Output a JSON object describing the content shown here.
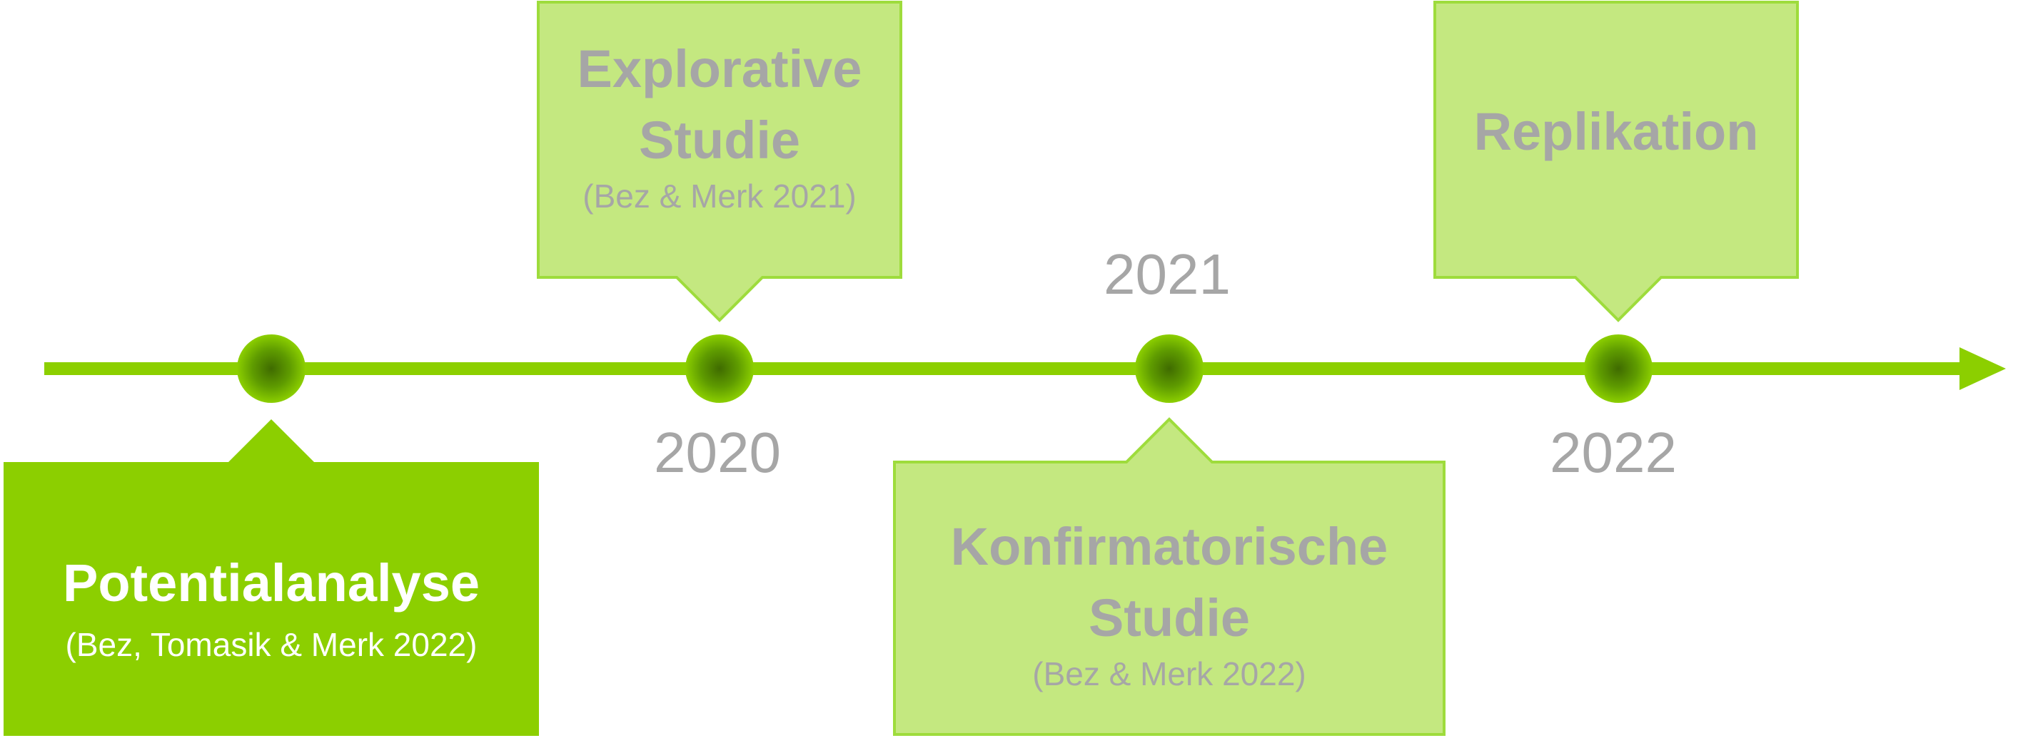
{
  "colors": {
    "axis": "#8ccf00",
    "active_fill": "#8ccf00",
    "inactive_fill": "#c4e880",
    "inactive_border": "#9edc3c",
    "text_gray": "#a6a6a6",
    "text_white": "#ffffff"
  },
  "years": [
    "2020",
    "2021",
    "2022"
  ],
  "milestones": [
    {
      "title": "Potentialanalyse",
      "citation": "(Bez, Tomasik & Merk 2022)",
      "active": true
    },
    {
      "title_line1": "Explorative",
      "title_line2": "Studie",
      "citation": "(Bez & Merk 2021)",
      "active": false
    },
    {
      "title_line1": "Konfirmatorische",
      "title_line2": "Studie",
      "citation": "(Bez & Merk 2022)",
      "active": false
    },
    {
      "title": "Replikation",
      "active": false
    }
  ]
}
